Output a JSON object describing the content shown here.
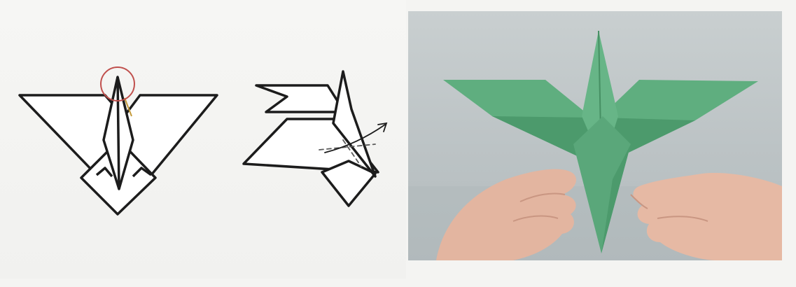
{
  "figure": {
    "panels": [
      {
        "id": "step-diagram-1",
        "icon": "origami-step-diagram"
      },
      {
        "id": "step-diagram-2",
        "icon": "origami-step-diagram"
      },
      {
        "id": "step-photo",
        "icon": "origami-photo"
      }
    ],
    "colors": {
      "line": "#1c1c1c",
      "highlight": "#c0504d",
      "paper_green": "#5fae7f",
      "paper_green_dark": "#4c9a6c",
      "skin": "#e6b9a4",
      "background": "#f4f4f2",
      "photo_background": "#c2c9cb"
    }
  }
}
